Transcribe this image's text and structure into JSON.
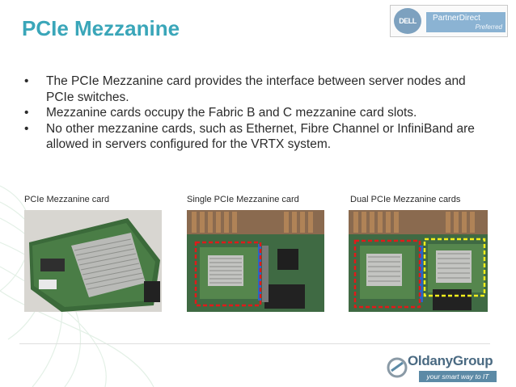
{
  "slide": {
    "title": "PCIe Mezzanine",
    "bullets": [
      "The PCIe Mezzanine card provides the interface between server nodes and PCIe switches.",
      "Mezzanine cards occupy the Fabric B and C mezzanine card slots.",
      "No other mezzanine cards, such as Ethernet, Fibre Channel or InfiniBand are allowed in servers configured for the VRTX system."
    ],
    "bullet_symbol": "•",
    "captions": {
      "left": "PCIe Mezzanine card",
      "middle": "Single PCIe Mezzanine card",
      "right": "Dual PCIe Mezzanine cards"
    }
  },
  "dell_logo": {
    "brand": "DELL",
    "line1": "PartnerDirect",
    "line2": "Preferred"
  },
  "oldany_logo": {
    "name": "OldanyGroup",
    "tagline": "your smart way to IT"
  },
  "colors": {
    "title": "#3aa6b9",
    "text": "#2b2b2b",
    "dell_blue": "#7da1bf",
    "red_box": "#e01a1a",
    "yellow_box": "#f2ee1c",
    "blue_slot": "#2a63c8"
  }
}
